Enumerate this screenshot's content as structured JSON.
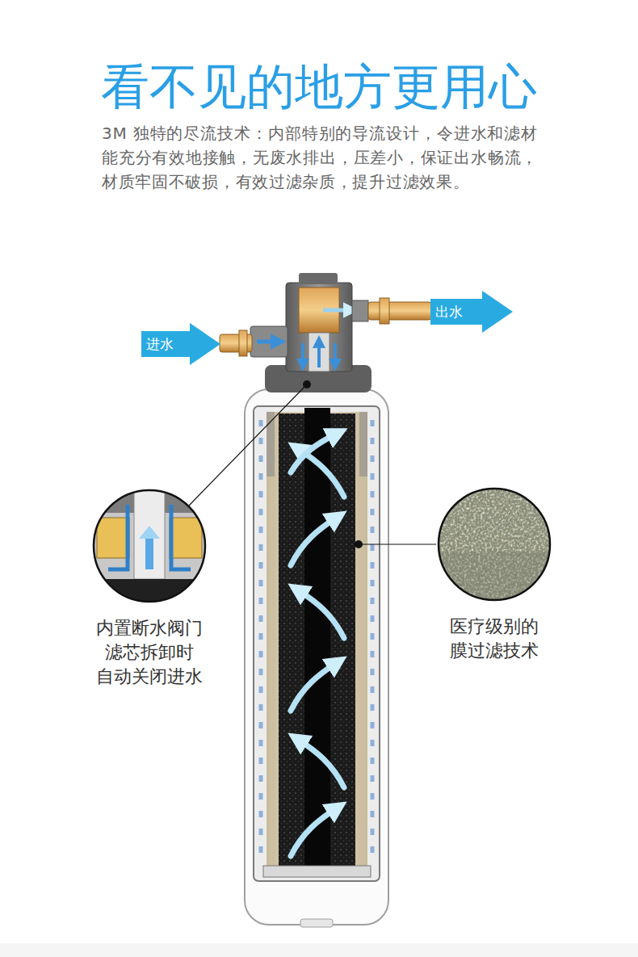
{
  "diagram": {
    "title": "看不见的地方更用心",
    "nodes": [
      {
        "text": [
          "出水"
        ]
      },
      {
        "text": [
          "进水"
        ]
      },
      {
        "text": [
          "内置断水阀门 滤芯拆卸时 自动关闭进水"
        ]
      },
      {
        "text": [
          "医疗级别的 膜过滤技术"
        ]
      }
    ],
    "labels": [
      "3M 独特的尽流技术：内部特别的导流设计，令进水和滤材能充分有效地接触，无废水排出，压差小，保证出水畅流，材质牢固不破损，有效过滤杂质，提升过滤效果。"
    ]
  }
}
